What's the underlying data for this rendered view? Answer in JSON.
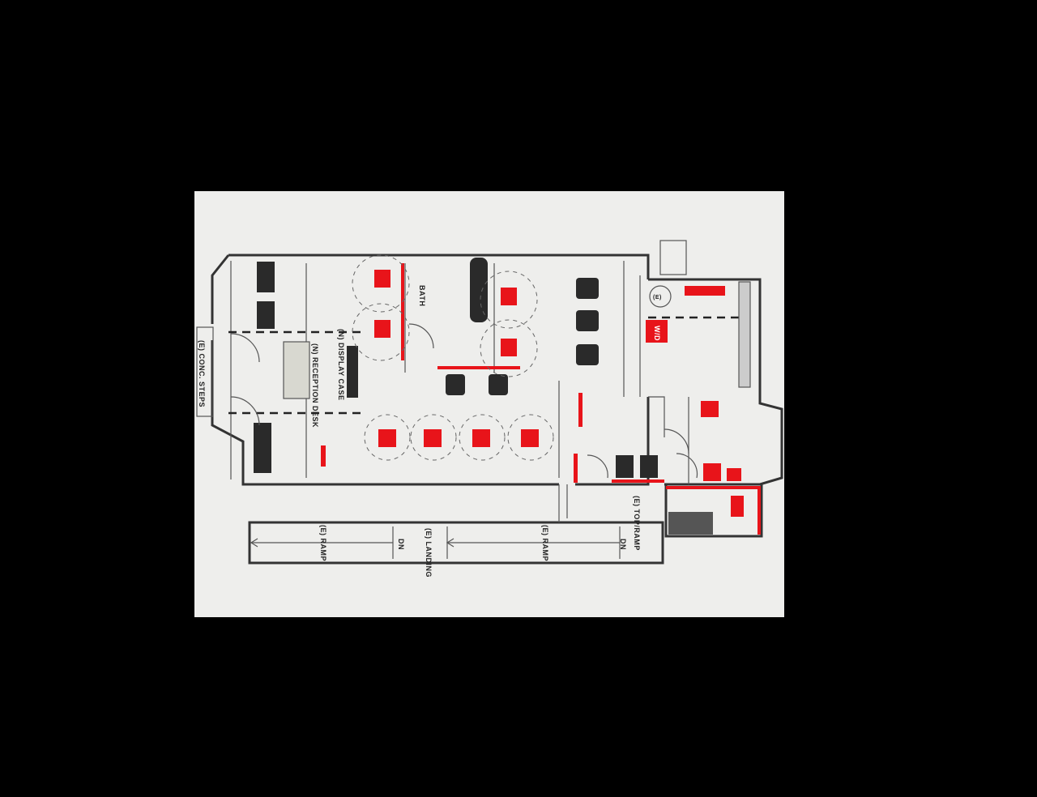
{
  "labels": {
    "steps": "(E) CONC. STEPS",
    "reception": "(N) RECEPTION DESK",
    "display": "(N) DISPLAY CASE",
    "bath": "BATH",
    "ramp_left": "(E) RAMP",
    "landing": "(E) LANDING",
    "ramp_right": "(E) RAMP",
    "top_ramp": "(E) TOP/RAMP",
    "dn1": "DN",
    "dn2": "DN",
    "wd": "W/D",
    "wh": "(E)"
  },
  "colors": {
    "background": "#000000",
    "paper": "#eeeeec",
    "accent": "#e8141a",
    "ink": "#333333"
  }
}
